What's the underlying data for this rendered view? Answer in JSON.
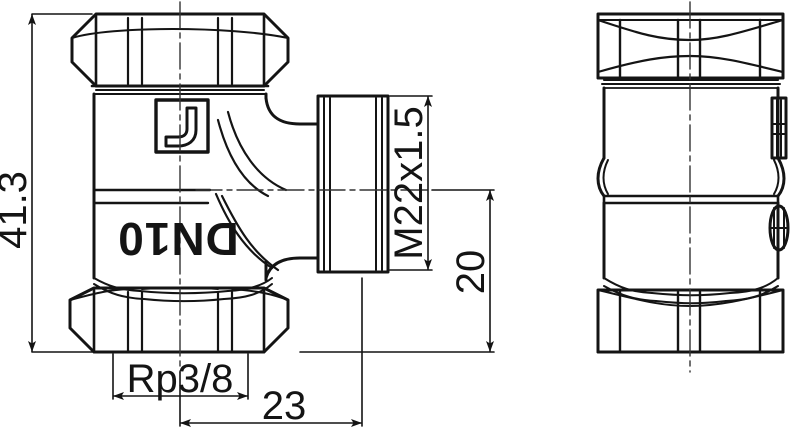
{
  "drawing": {
    "title": "Valve technical drawing - two orthographic views",
    "line_color": "#141414",
    "background_color": "#ffffff",
    "thin_line_color": "#1a1a1a"
  },
  "dimensions": {
    "height_overall": "41.3",
    "thread_outlet": "M22x1.5",
    "outlet_length": "20",
    "thread_inlet": "Rp3/8",
    "center_to_outlet": "23"
  },
  "markings": {
    "nominal_size": "DN10",
    "logo": "square-hook-logo"
  },
  "views": {
    "front": "front-section-view",
    "side": "side-view"
  }
}
